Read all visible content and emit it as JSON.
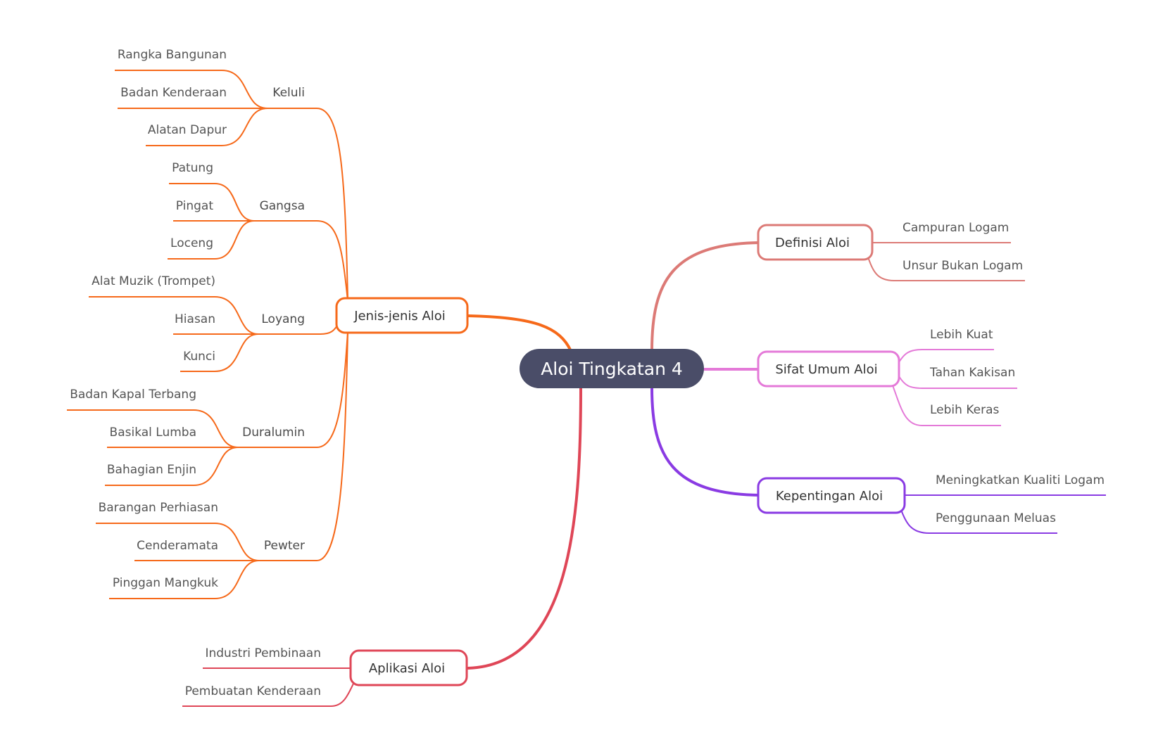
{
  "root": {
    "label": "Aloi Tingkatan 4",
    "fill": "#4a4d68"
  },
  "branches": {
    "definisi": {
      "label": "Definisi Aloi",
      "color": "#dc7a76",
      "leaves": [
        "Campuran Logam",
        "Unsur Bukan Logam"
      ]
    },
    "sifat": {
      "label": "Sifat Umum Aloi",
      "color": "#e47ad8",
      "leaves": [
        "Lebih Kuat",
        "Tahan Kakisan",
        "Lebih Keras"
      ]
    },
    "kepentingan": {
      "label": "Kepentingan Aloi",
      "color": "#8a3be3",
      "leaves": [
        "Meningkatkan Kualiti Logam",
        "Penggunaan Meluas"
      ]
    },
    "aplikasi": {
      "label": "Aplikasi Aloi",
      "color": "#df4657",
      "leaves": [
        "Industri Pembinaan",
        "Pembuatan Kenderaan"
      ]
    },
    "jenis": {
      "label": "Jenis-jenis Aloi",
      "color": "#f6691a",
      "subs": {
        "keluli": {
          "label": "Keluli",
          "leaves": [
            "Rangka Bangunan",
            "Badan Kenderaan",
            "Alatan Dapur"
          ]
        },
        "gangsa": {
          "label": "Gangsa",
          "leaves": [
            "Patung",
            "Pingat",
            "Loceng"
          ]
        },
        "loyang": {
          "label": "Loyang",
          "leaves": [
            "Alat Muzik (Trompet)",
            "Hiasan",
            "Kunci"
          ]
        },
        "duralumin": {
          "label": "Duralumin",
          "leaves": [
            "Badan Kapal Terbang",
            "Basikal Lumba",
            "Bahagian Enjin"
          ]
        },
        "pewter": {
          "label": "Pewter",
          "leaves": [
            "Barangan Perhiasan",
            "Cenderamata",
            "Pinggan Mangkuk"
          ]
        }
      }
    }
  }
}
